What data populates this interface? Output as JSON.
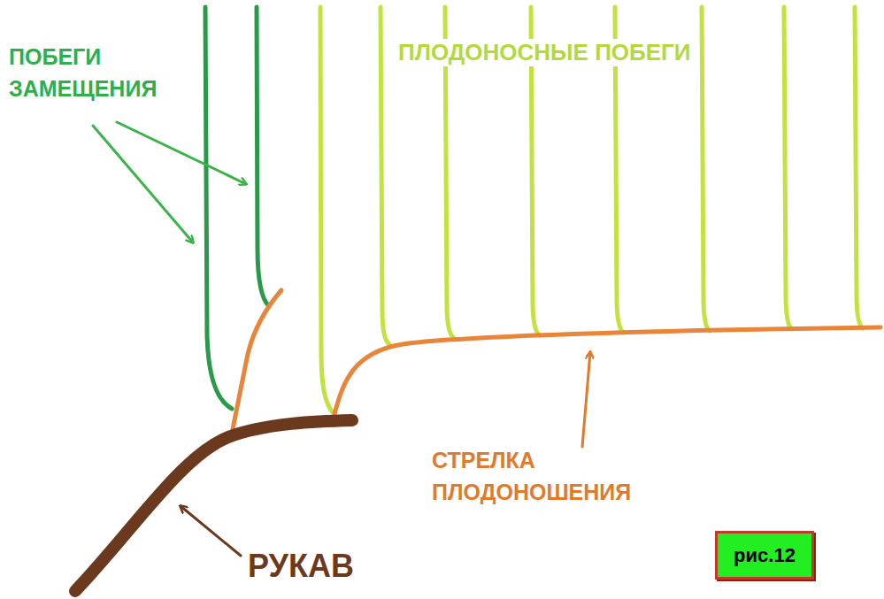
{
  "diagram": {
    "nodes": [
      {
        "text": [
          "рис.12"
        ]
      }
    ],
    "labels": [
      "ПОБЕГИ ЗАМЕЩЕНИЯ",
      "ПЛОДОНОСНЫЕ ПОБЕГИ",
      "СТРЕЛКА ПЛОДОНОШЕНИЯ",
      "РУКАВ"
    ]
  }
}
